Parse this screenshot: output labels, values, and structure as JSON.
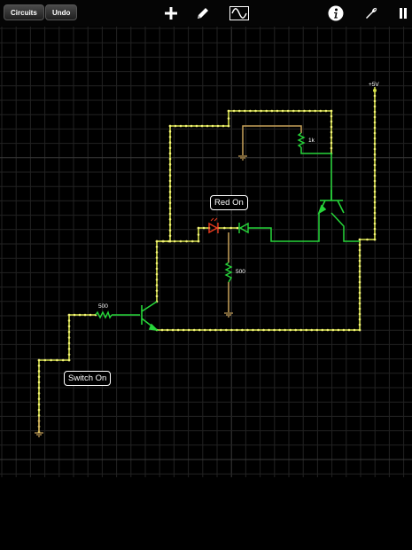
{
  "toolbar": {
    "circuits_label": "Circuits",
    "undo_label": "Undo",
    "icons": [
      "plus-icon",
      "pencil-icon",
      "waveform-icon",
      "info-icon",
      "wrench-icon",
      "pause-icon"
    ]
  },
  "canvas": {
    "labels": {
      "red_on": "Red On",
      "switch_on": "Switch On"
    },
    "components": {
      "vcc_label": "+5V",
      "r_top_label": "1k",
      "r_mid_label": "500",
      "r_base_label": "500"
    }
  },
  "colors": {
    "background": "#000000",
    "grid": "#262626",
    "wire_active": "#d6e24a",
    "wire_low": "#c8a25a",
    "component": "#27d63a",
    "led_red": "#e83a1e",
    "led_green": "#27d63a"
  }
}
